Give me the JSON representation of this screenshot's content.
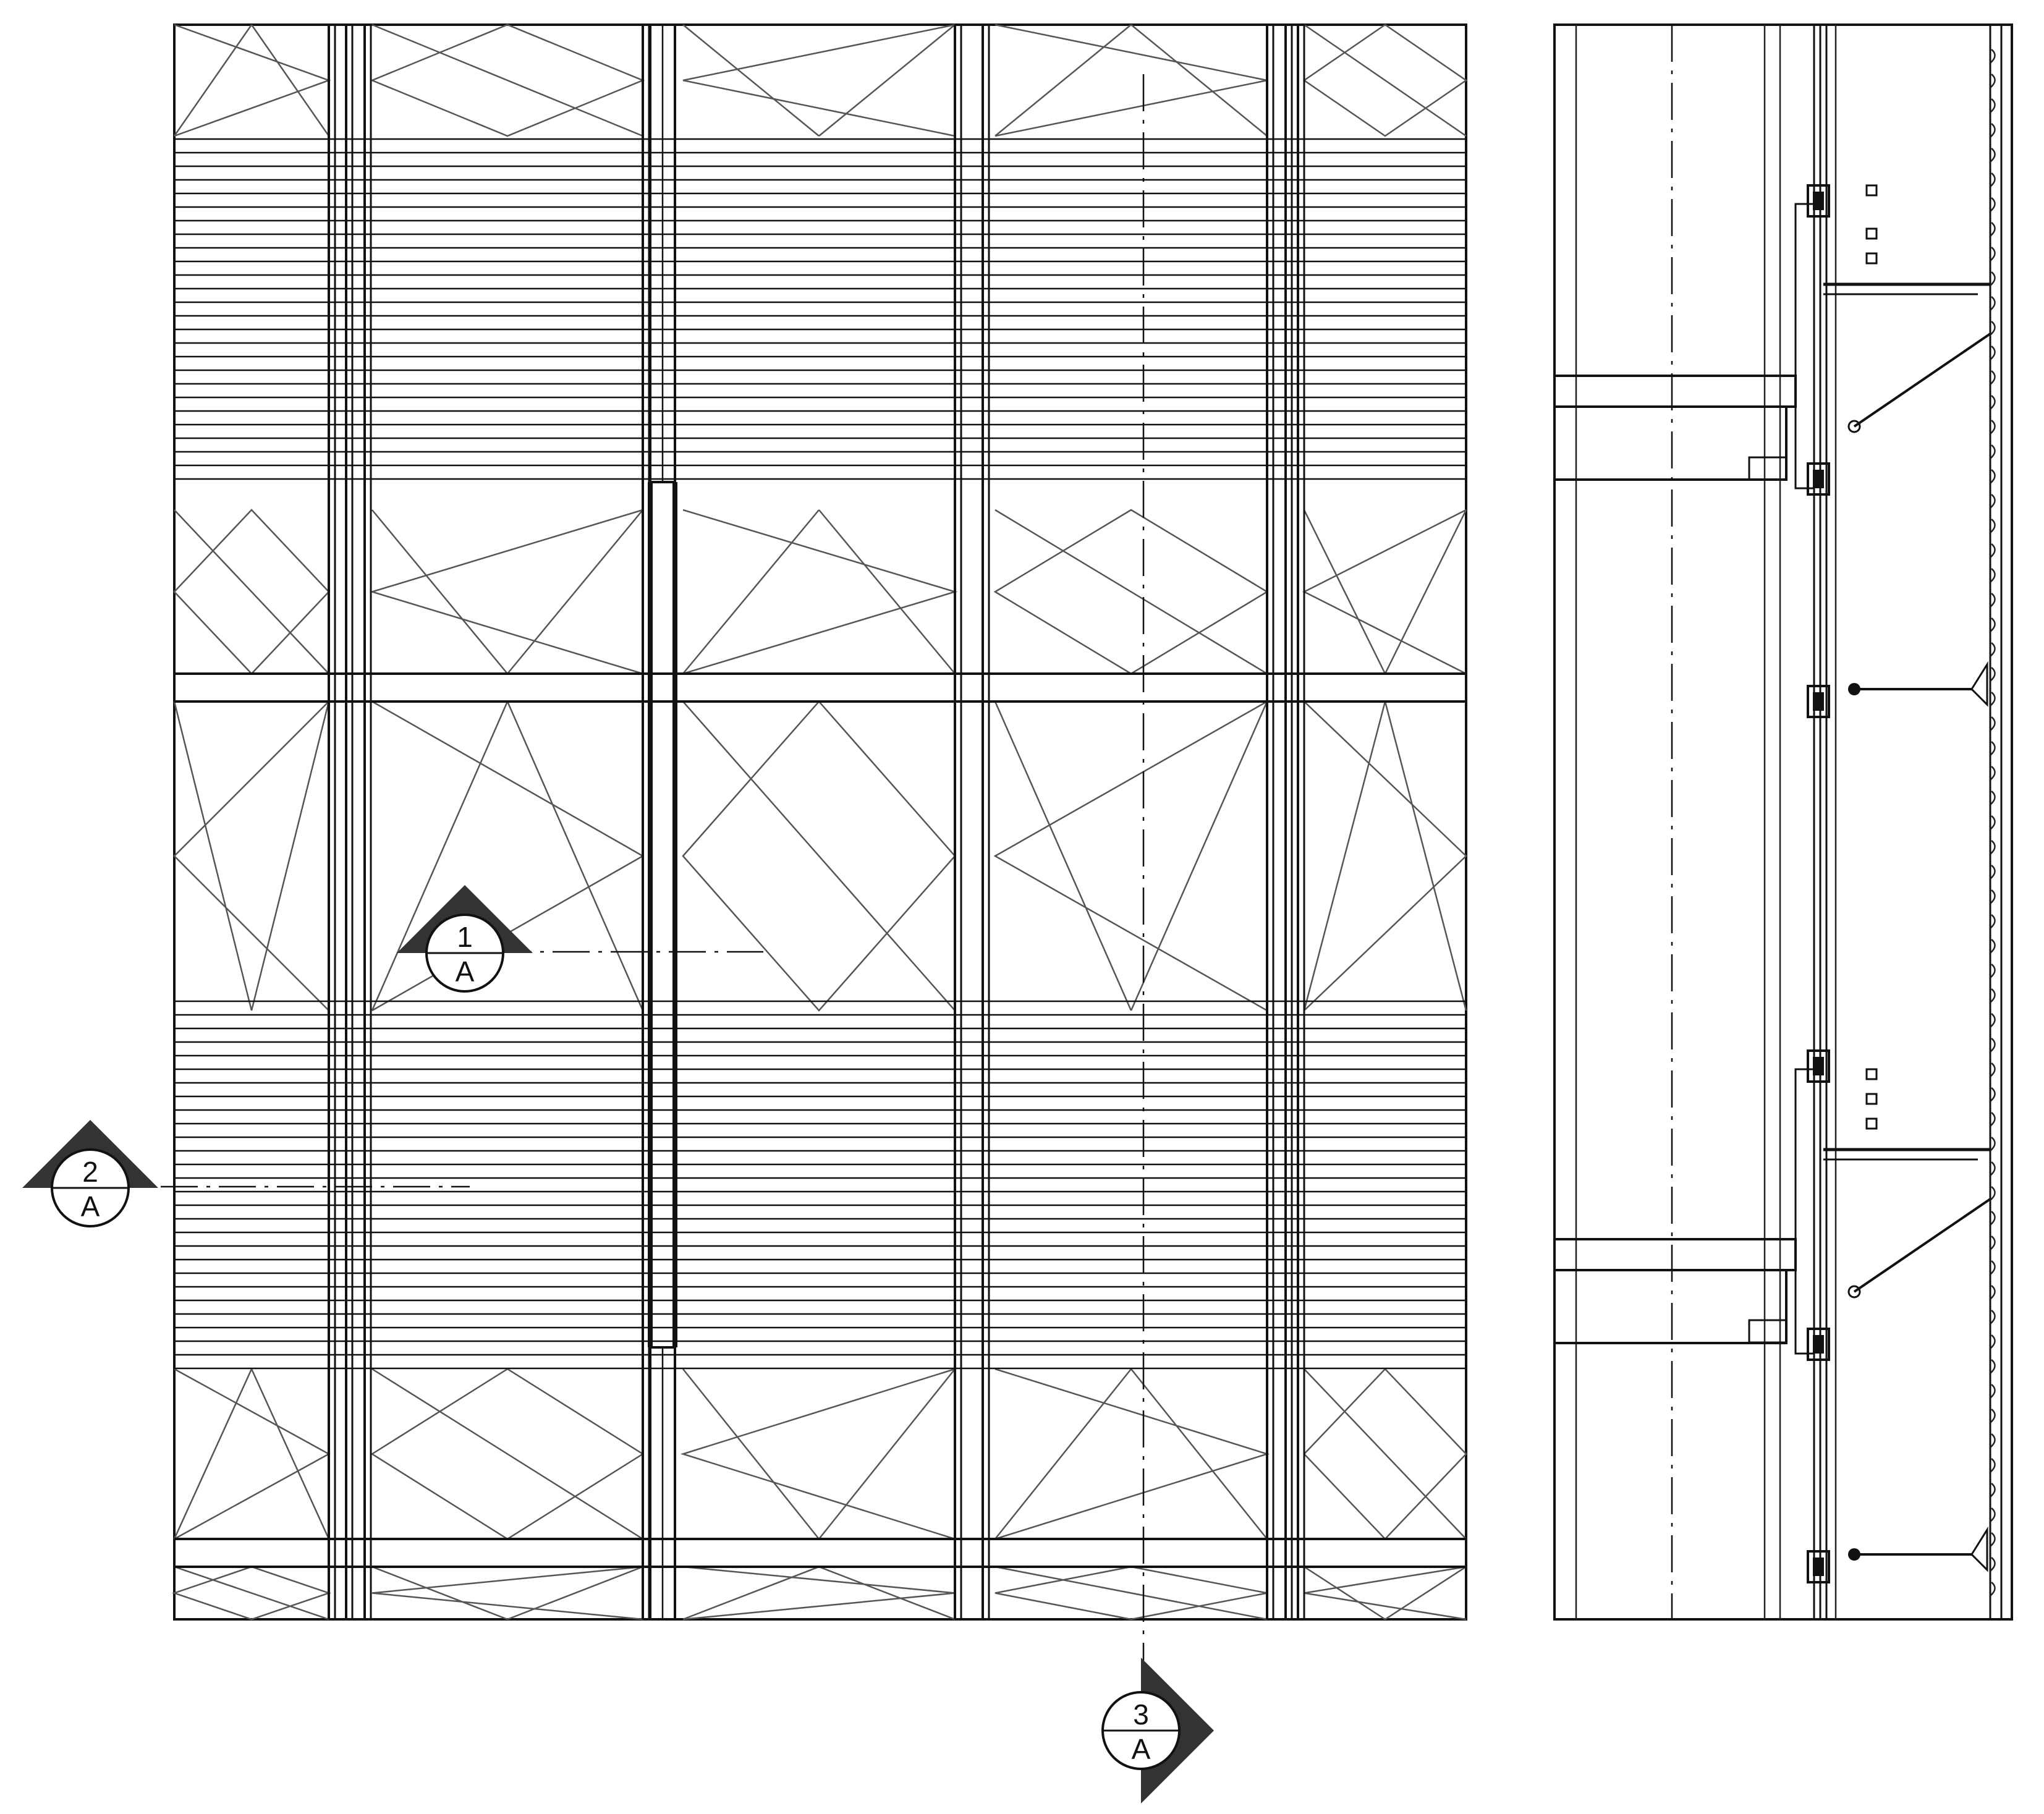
{
  "drawing": {
    "type": "architectural facade elevation and wall section",
    "line_color": "#111111",
    "pattern_color": "#555555",
    "tag_fill": "#333333"
  },
  "section_tags": [
    {
      "number": "1",
      "sheet": "A",
      "direction": "up"
    },
    {
      "number": "2",
      "sheet": "A",
      "direction": "up"
    },
    {
      "number": "3",
      "sheet": "A",
      "direction": "right"
    }
  ]
}
